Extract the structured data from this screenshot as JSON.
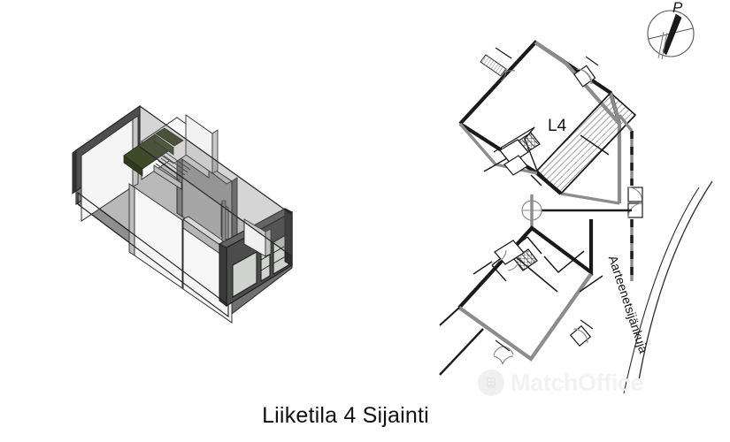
{
  "document": {
    "caption": "Liiketila 4 Sijainti",
    "language": "fi"
  },
  "watermark": {
    "text": "MatchOffice",
    "logo_icon": "building-circle-icon",
    "color": "#f2f2f2"
  },
  "model_view": {
    "name": "3d-isometric-interior-cutaway",
    "colors": {
      "wall_light": "#f4f4f4",
      "wall_mid": "#c9c9c9",
      "wall_shadow": "#9a9a9a",
      "floor": "#b8b8b8",
      "frame_dark": "#4a4a4a",
      "outline": "#2b2b2b",
      "accent_green": "#3e4a28",
      "glass": "#d4d7d4"
    }
  },
  "site_plan": {
    "name": "site-floor-plan",
    "unit_label": "L4",
    "compass_label": "P",
    "street_label": "Aarteenetsijänkuja",
    "colors": {
      "wall_black": "#1a1a1a",
      "wall_gray": "#8c8c8c",
      "hatch": "#5a5a5a",
      "thin_line": "#2a2a2a"
    }
  }
}
